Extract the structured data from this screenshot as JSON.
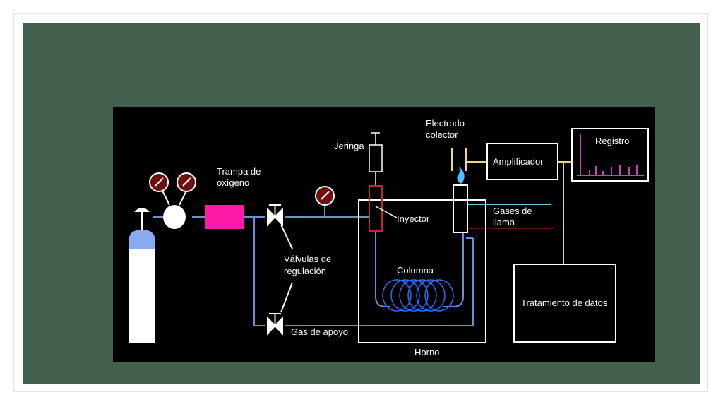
{
  "diagram": {
    "labels": {
      "trampa_line1": "Trampa de",
      "trampa_line2": "oxígeno",
      "jeringa": "Jeringa",
      "electrodo_line1": "Electrodo",
      "electrodo_line2": "colector",
      "amplificador": "Amplificador",
      "registro": "Registro",
      "inyector": "Inyector",
      "gases_line1": "Gases de",
      "gases_line2": "llama",
      "valvulas_line1": "Válvulas de",
      "valvulas_line2": "regulación",
      "columna": "Columna",
      "tratamiento": "Tratamiento de datos",
      "gas_apoyo": "Gas de apoyo",
      "horno": "Horno"
    },
    "colors": {
      "slide_background": "#44614f",
      "diagram_background": "#000000",
      "gas_line": "#6a8fd8",
      "column_coil": "#2b6dff",
      "trap": "#ff1aa8",
      "injector": "#c0282a",
      "signal_wire": "#e9d97a",
      "record_trace": "#c040c0",
      "flame": "#4fc0ff",
      "cylinder_cap": "#8aaaf0",
      "gauge_face": "#6e1010",
      "hydrogen_line": "#5bd0e0",
      "air_line": "#8a1a1a"
    },
    "icons": [
      "gas-cylinder-icon",
      "pressure-regulator-icon",
      "pressure-gauge-icon",
      "valve-icon",
      "syringe-icon",
      "flame-icon",
      "chromatogram-icon"
    ]
  }
}
